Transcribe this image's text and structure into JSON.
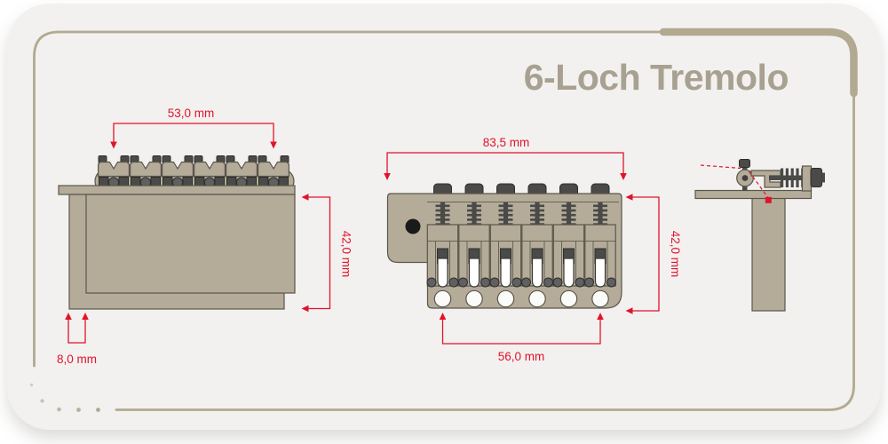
{
  "header": {
    "title": "6-Loch Tremolo"
  },
  "dimensions": {
    "rear_width": {
      "label": "53,0 mm",
      "mm": 53.0
    },
    "rear_height": {
      "label": "42,0 mm",
      "mm": 42.0
    },
    "rear_block_offset": {
      "label": "8,0 mm",
      "mm": 8.0
    },
    "top_width": {
      "label": "83,5 mm",
      "mm": 83.5
    },
    "top_height": {
      "label": "42,0 mm",
      "mm": 42.0
    },
    "top_string_spacing": {
      "label": "56,0 mm",
      "mm": 56.0
    }
  },
  "colors": {
    "accent_red": "#e2122b",
    "frame_tan": "#b2a991",
    "part_fill": "#b4ac99",
    "part_outline": "#5b564a",
    "metal_dark": "#4a4a48",
    "title_color": "#a8a091",
    "card_background": "#f2f1ef"
  }
}
